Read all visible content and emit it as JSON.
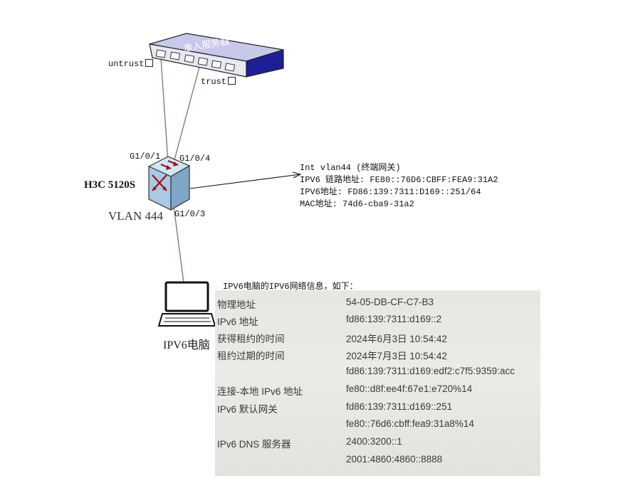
{
  "access_server": {
    "label": "准入服务器",
    "port_untrust": "untrust",
    "port_trust": "trust"
  },
  "switch": {
    "name": "H3C 5120S",
    "vlan": "VLAN 444",
    "ports": {
      "p1": "G1/0/1",
      "p4": "G1/0/4",
      "p3": "G1/0/3"
    }
  },
  "gateway_info": {
    "lines": [
      "Int vlan44 (终端网关)",
      "IPV6 链路地址: FE80::76D6:CBFF:FEA9:31A2",
      "IPV6地址: FD86:139:7311:D169::251/64",
      "MAC地址: 74d6-cba9-31a2"
    ]
  },
  "pc": {
    "label": "IPV6电脑"
  },
  "pc_info": {
    "heading": "IPV6电脑的IPV6网络信息，如下：",
    "rows": [
      {
        "label": "物理地址",
        "value": "54-05-DB-CF-C7-B3"
      },
      {
        "label": "IPv6 地址",
        "value": "fd86:139:7311:d169::2"
      },
      {
        "label": "获得租约的时间",
        "value": "2024年6月3日 10:54:42"
      },
      {
        "label": "租约过期的时间",
        "value": "2024年7月3日 10:54:42"
      },
      {
        "label": "",
        "value": "fd86:139:7311:d169:edf2:c7f5:9359:acc"
      },
      {
        "label": "连接-本地 IPv6 地址",
        "value": "fe80::d8f:ee4f:67e1:e720%14"
      },
      {
        "label": "IPv6 默认网关",
        "value": "fd86:139:7311:d169::251"
      },
      {
        "label": "",
        "value": "fe80::76d6:cbff:fea9:31a8%14"
      },
      {
        "label": "IPv6 DNS 服务器",
        "value": "2400:3200::1"
      },
      {
        "label": "",
        "value": "2001:4860:4860::8888"
      }
    ]
  }
}
